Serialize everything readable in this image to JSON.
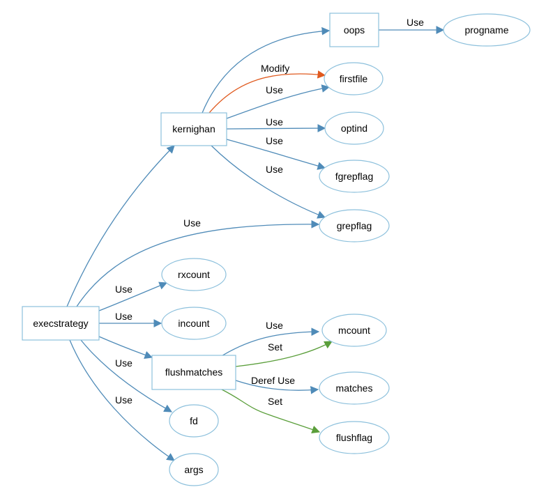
{
  "colors": {
    "use": "#4f8bb8",
    "modify": "#e05a1f",
    "set": "#5a9e3a",
    "node_border": "#8cc0dc"
  },
  "nodes": {
    "execstrategy": {
      "label": "execstrategy",
      "shape": "box"
    },
    "kernighan": {
      "label": "kernighan",
      "shape": "box"
    },
    "oops": {
      "label": "oops",
      "shape": "box"
    },
    "flushmatches": {
      "label": "flushmatches",
      "shape": "box"
    },
    "progname": {
      "label": "progname",
      "shape": "ellipse"
    },
    "firstfile": {
      "label": "firstfile",
      "shape": "ellipse"
    },
    "optind": {
      "label": "optind",
      "shape": "ellipse"
    },
    "fgrepflag": {
      "label": "fgrepflag",
      "shape": "ellipse"
    },
    "grepflag": {
      "label": "grepflag",
      "shape": "ellipse"
    },
    "rxcount": {
      "label": "rxcount",
      "shape": "ellipse"
    },
    "incount": {
      "label": "incount",
      "shape": "ellipse"
    },
    "fd": {
      "label": "fd",
      "shape": "ellipse"
    },
    "args": {
      "label": "args",
      "shape": "ellipse"
    },
    "mcount": {
      "label": "mcount",
      "shape": "ellipse"
    },
    "matches": {
      "label": "matches",
      "shape": "ellipse"
    },
    "flushflag": {
      "label": "flushflag",
      "shape": "ellipse"
    }
  },
  "edges": [
    {
      "from": "oops",
      "to": "progname",
      "label": "Use",
      "kind": "use"
    },
    {
      "from": "kernighan",
      "to": "oops",
      "label": "",
      "kind": "use"
    },
    {
      "from": "kernighan",
      "to": "firstfile",
      "label": "Modify",
      "kind": "modify"
    },
    {
      "from": "kernighan",
      "to": "firstfile",
      "label": "Use",
      "kind": "use"
    },
    {
      "from": "kernighan",
      "to": "optind",
      "label": "Use",
      "kind": "use"
    },
    {
      "from": "kernighan",
      "to": "fgrepflag",
      "label": "Use",
      "kind": "use"
    },
    {
      "from": "kernighan",
      "to": "grepflag",
      "label": "Use",
      "kind": "use"
    },
    {
      "from": "execstrategy",
      "to": "kernighan",
      "label": "",
      "kind": "use"
    },
    {
      "from": "execstrategy",
      "to": "grepflag",
      "label": "Use",
      "kind": "use"
    },
    {
      "from": "execstrategy",
      "to": "rxcount",
      "label": "Use",
      "kind": "use"
    },
    {
      "from": "execstrategy",
      "to": "incount",
      "label": "Use",
      "kind": "use"
    },
    {
      "from": "execstrategy",
      "to": "flushmatches",
      "label": "",
      "kind": "use"
    },
    {
      "from": "execstrategy",
      "to": "fd",
      "label": "Use",
      "kind": "use"
    },
    {
      "from": "execstrategy",
      "to": "args",
      "label": "Use",
      "kind": "use"
    },
    {
      "from": "flushmatches",
      "to": "mcount",
      "label": "Use",
      "kind": "use"
    },
    {
      "from": "flushmatches",
      "to": "mcount",
      "label": "Set",
      "kind": "set"
    },
    {
      "from": "flushmatches",
      "to": "matches",
      "label": "Deref Use",
      "kind": "use"
    },
    {
      "from": "flushmatches",
      "to": "flushflag",
      "label": "Set",
      "kind": "set"
    }
  ]
}
